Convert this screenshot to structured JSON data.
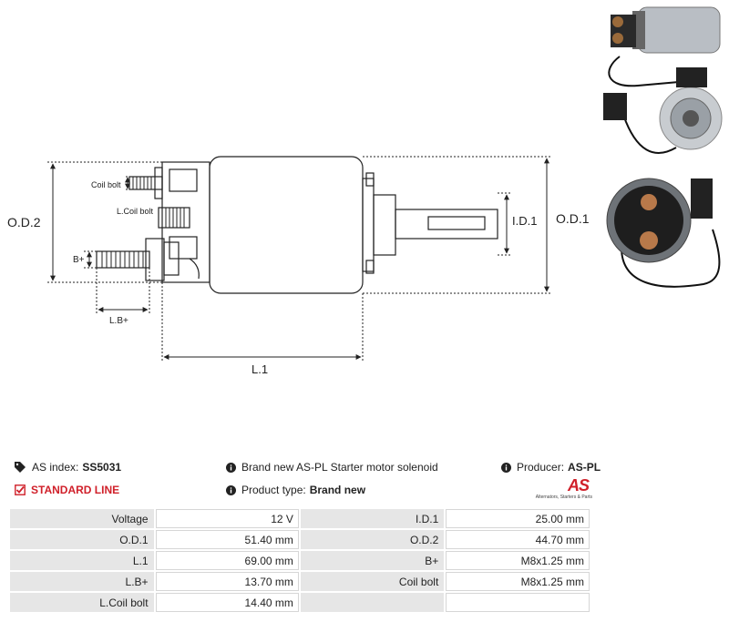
{
  "diagram": {
    "labels": {
      "od2": "O.D.2",
      "od1": "O.D.1",
      "id1": "I.D.1",
      "l1": "L.1",
      "lb": "L.B+",
      "bplus": "B+",
      "coil_bolt": "Coil bolt",
      "l_coil_bolt": "L.Coil bolt"
    }
  },
  "info": {
    "as_index_label": "AS index:",
    "as_index_value": "SS5031",
    "description": "Brand new AS-PL Starter motor solenoid",
    "producer_label": "Producer:",
    "producer_value": "AS-PL",
    "line": "STANDARD LINE",
    "product_type_label": "Product type:",
    "product_type_value": "Brand new",
    "logo_mark": "AS",
    "logo_sub": "Alternators, Starters & Parts"
  },
  "colors": {
    "accent_red": "#d0202a",
    "key_cell": "#e6e6e6"
  },
  "specs": {
    "rows": [
      [
        {
          "k": "Voltage",
          "v": "12 V"
        },
        {
          "k": "I.D.1",
          "v": "25.00 mm"
        }
      ],
      [
        {
          "k": "O.D.1",
          "v": "51.40 mm"
        },
        {
          "k": "O.D.2",
          "v": "44.70 mm"
        }
      ],
      [
        {
          "k": "L.1",
          "v": "69.00 mm"
        },
        {
          "k": "B+",
          "v": "M8x1.25 mm"
        }
      ],
      [
        {
          "k": "L.B+",
          "v": "13.70 mm"
        },
        {
          "k": "Coil bolt",
          "v": "M8x1.25 mm"
        }
      ],
      [
        {
          "k": "L.Coil bolt",
          "v": "14.40 mm"
        },
        {
          "k": "",
          "v": ""
        }
      ]
    ]
  }
}
